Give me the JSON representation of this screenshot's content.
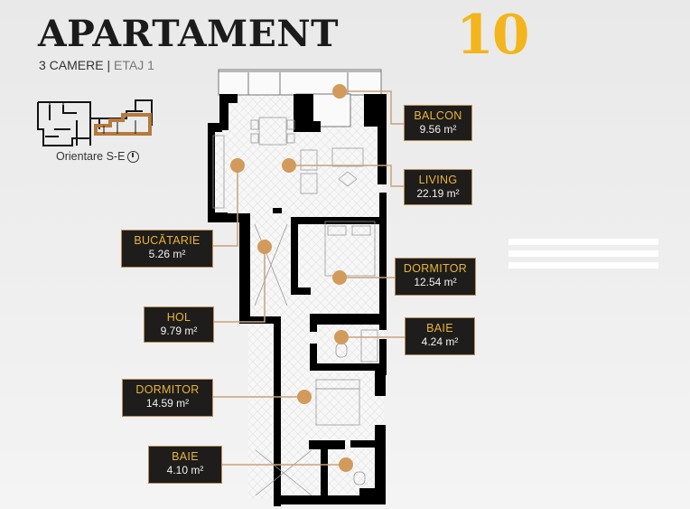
{
  "header": {
    "title": "APARTAMENT",
    "rooms": "3 CAMERE",
    "separator": "|",
    "floor": "ETAJ 1",
    "number": "10"
  },
  "keyplan": {
    "orientation_label": "Orientare S-E",
    "orientation_icon": "clock-compass-icon",
    "highlight_color": "#b57a3c"
  },
  "colors": {
    "accent_number": "#f3b51b",
    "label_bg": "#1e1d1b",
    "label_name": "#e9b43a",
    "marker": "#d29a5b",
    "leader_line": "#c9a27a",
    "walls": "#000000"
  },
  "rooms": [
    {
      "name": "BALCON",
      "area": "9.56 m²"
    },
    {
      "name": "LIVING",
      "area": "22.19 m²"
    },
    {
      "name": "BUCĂTARIE",
      "area": "5.26 m²"
    },
    {
      "name": "DORMITOR",
      "area": "12.54 m²"
    },
    {
      "name": "HOL",
      "area": "9.79 m²"
    },
    {
      "name": "BAIE",
      "area": "4.24 m²"
    },
    {
      "name": "DORMITOR",
      "area": "14.59 m²"
    },
    {
      "name": "BAIE",
      "area": "4.10 m²"
    }
  ]
}
